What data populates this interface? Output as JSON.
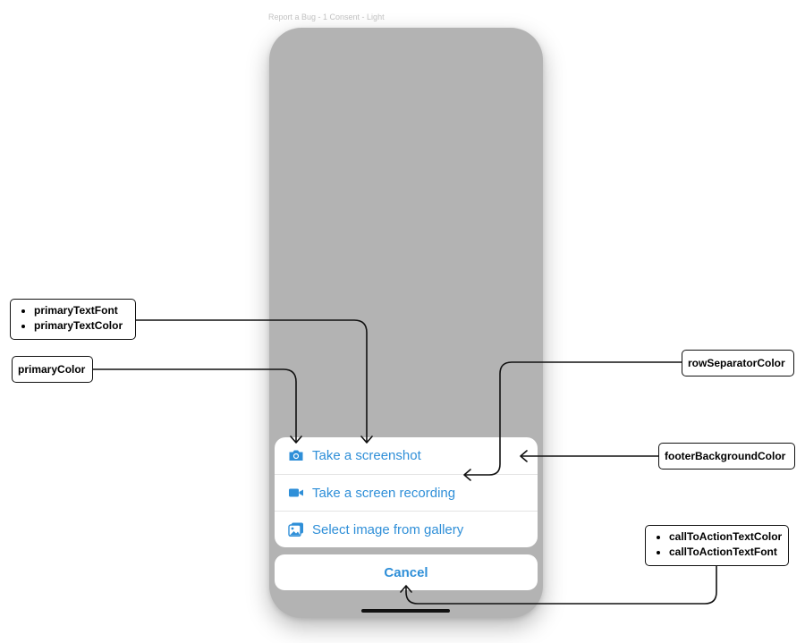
{
  "frame_title": "Report a Bug - 1 Consent - Light",
  "sheet": {
    "options": [
      {
        "icon": "camera-icon",
        "label": "Take a screenshot"
      },
      {
        "icon": "video-camera-icon",
        "label": "Take a screen recording"
      },
      {
        "icon": "gallery-icon",
        "label": "Select image from gallery"
      }
    ]
  },
  "cancel_label": "Cancel",
  "annotations": {
    "primary_text": [
      "primaryTextFont",
      "primaryTextColor"
    ],
    "primary_color": "primaryColor",
    "row_separator_color": "rowSeparatorColor",
    "footer_background_color": "footerBackgroundColor",
    "call_to_action": [
      "callToActionTextColor",
      "callToActionTextFont"
    ]
  },
  "colors": {
    "primary": "#2f8fd8",
    "overlay": "#b3b3b3",
    "footer_background": "#ffffff",
    "row_separator": "#e4e4e4",
    "annotation_line": "#111111"
  }
}
